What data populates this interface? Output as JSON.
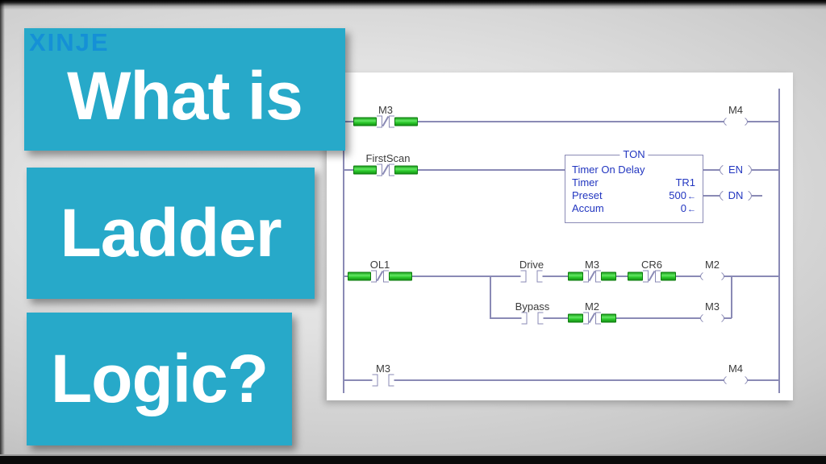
{
  "branding": {
    "logo_text": "XINJE"
  },
  "headline": {
    "line1": "What is",
    "line2": "Ladder",
    "line3": "Logic?"
  },
  "colors": {
    "teal_box": "#27a9c9",
    "logo_blue": "#1590d6",
    "wire": "#8a8ab5",
    "energized_green": "#2ecb2e",
    "label_text": "#3b3b3b",
    "block_text": "#2236c0",
    "panel_bg": "#ffffff"
  },
  "diagram": {
    "rung1": {
      "contact": "M3",
      "coil": "M4"
    },
    "rung2": {
      "contact": "FirstScan",
      "timer_block": {
        "title": "TON",
        "type": "Timer On Delay",
        "rows": [
          {
            "name": "Timer",
            "value": "TR1",
            "arrow": ""
          },
          {
            "name": "Preset",
            "value": "500",
            "arrow": "←"
          },
          {
            "name": "Accum",
            "value": "0",
            "arrow": "←"
          }
        ],
        "outputs": {
          "en": "EN",
          "dn": "DN"
        }
      }
    },
    "rung3": {
      "contact": "OL1",
      "top_branch": {
        "contact1": "Drive",
        "contact2": "M3",
        "contact3": "CR6",
        "coil": "M2"
      },
      "bottom_branch": {
        "contact1": "Bypass",
        "contact2": "M2",
        "coil": "M3"
      }
    },
    "rung4": {
      "contact": "M3",
      "coil": "M4"
    }
  }
}
